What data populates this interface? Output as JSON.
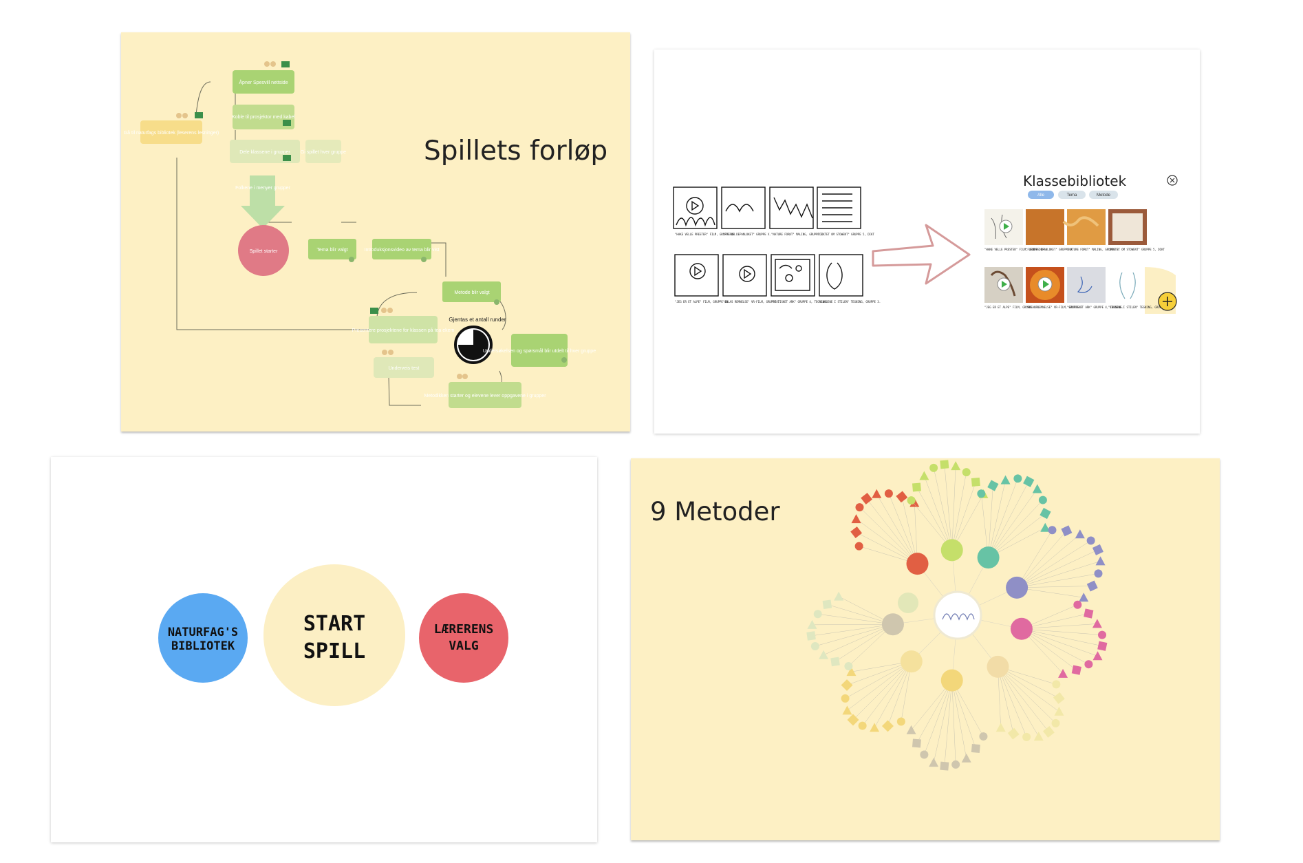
{
  "flow": {
    "title": "Spillets forløp",
    "nodes": {
      "apner": "Åpner Spesvill nettside",
      "koble": "Koble til prosjektor med kabel",
      "gaa": "Gå til naturfags bibliotek (leserens lesninger)",
      "del": "Dele klassene i grupper",
      "gi": "Gi spillet hver gruppe",
      "folkene": "Folkene i menyer grupper",
      "spillet_starter": "Spillet starter",
      "tema": "Tema blir valgt",
      "intro": "Introduksjonsvideo av tema blir vist",
      "metode": "Metode blir valgt",
      "undersokelse": "Undersøkelsen og spørsmål blir utdelt til hver gruppe",
      "metodikken": "Metodikken starter og elevene lever oppgavene i grupper",
      "presentere": "Presentere prosjektene for klassen på tea ekem",
      "underveis": "Underveis test",
      "gjentas": "Gjentas et antall runder"
    },
    "colors": {
      "green": "#a9d373",
      "green_light": "#cfe3a6",
      "green_faded": "#dfe8b8",
      "pink": "#e07a86",
      "yellow": "#f7dd8a"
    }
  },
  "library": {
    "title": "Klassebibliotek",
    "filters": [
      "Alle",
      "Tema",
      "Metode"
    ],
    "captions_left": [
      "\"HAKE VELLE PRESTER\" FILM, GRUPPE 4H.",
      "\"FJERDE DEPANLOKET\" GRUPPE X.",
      "\"NATURE FORKT\" MALING, GRUPPE 3.",
      "\"DIKTET OM STOWENT\" GRUPPE 5, DIKT",
      "\"JEG ER ET ALPE\" FILM, GRUPPE 4R.",
      "\"SOLAS REMNELSE\" VR-FILM, GRUPPE 7",
      "\"STATISKET ARK\" GRUPPE 4, TEGNING.",
      "\"LUNGENE I STILEN\" TEGNING, GRUPPE 3."
    ],
    "captions_right": [
      "\"HAKE VELLE PRESTER\" FILM, GRUPPE 4H.",
      "\"FJERDE DEPANLOKET\" GRUPPE X.",
      "\"NATURE FORKT\" MALING, GRUPPE 3.",
      "\"DIKTET OM STOWENT\" GRUPPE 5, DIKT",
      "\"JEG ER ET ALPE\" FILM, GRUPPE 4R.",
      "\"SOLAS REMNELSE\" VR-FILM, GRUPPE 7",
      "\"STATISKET ARK\" GRUPPE 4, TEGNING.",
      "\"LUNGENE I STILEN\" TEGNING, GRUPPE 3."
    ],
    "colors": {
      "arrow": "#d59a9a",
      "pill_active": "#8fb8ea",
      "pill": "#d9e3ea",
      "plus": "#f6cf3a"
    }
  },
  "start": {
    "left_line1": "NATURFAG'S",
    "left_line2": "BIBLIOTEK",
    "center_line1": "START",
    "center_line2": "SPILL",
    "right_line1": "LÆRERENS",
    "right_line2": "VALG",
    "colors": {
      "left": "#5aa9f2",
      "center": "#fcefc4",
      "right": "#e8646b"
    }
  },
  "methods": {
    "title": "9 Metoder",
    "center_colors": [
      "#e15f43",
      "#c5df6a",
      "#67c3a5",
      "#8f8fc6",
      "#e06aa0",
      "#f2dca7",
      "#f3d77a",
      "#f5e19d",
      "#cfc6ae",
      "#e2e7b8"
    ]
  }
}
